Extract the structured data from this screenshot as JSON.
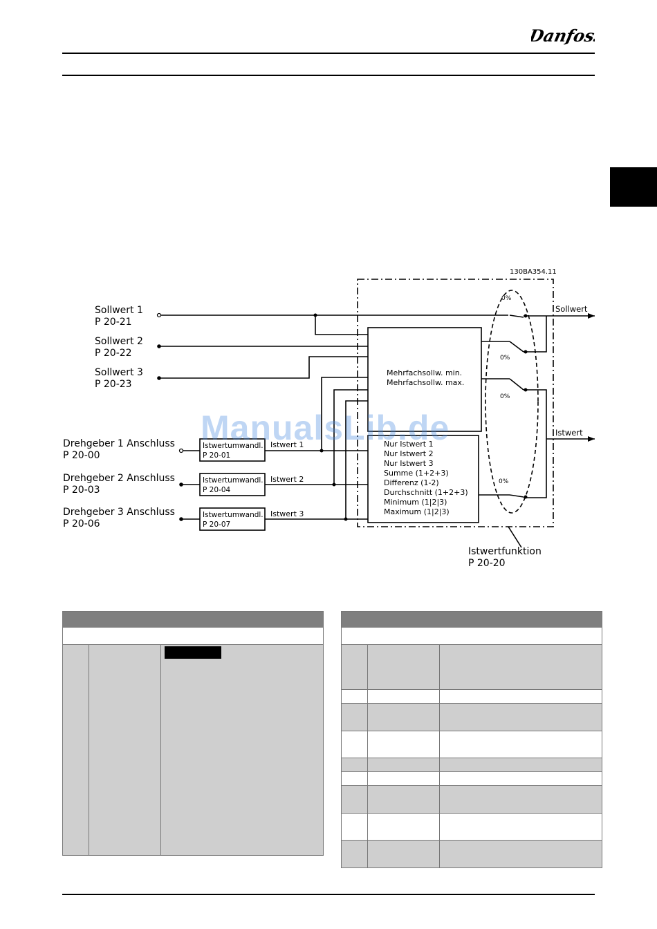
{
  "header": {
    "logo_text": "Danfoss"
  },
  "diagram": {
    "figure_code": "130BA354.11",
    "inputs": [
      {
        "name": "Sollwert 1",
        "param": "P 20-21"
      },
      {
        "name": "Sollwert 2",
        "param": "P 20-22"
      },
      {
        "name": "Sollwert 3",
        "param": "P 20-23"
      }
    ],
    "encoders": [
      {
        "name": "Drehgeber 1 Anschluss",
        "param": "P 20-00",
        "box_title": "Istwertumwandl.",
        "box_param": "P 20-01",
        "signal": "Istwert 1"
      },
      {
        "name": "Drehgeber 2 Anschluss",
        "param": "P 20-03",
        "box_title": "Istwertumwandl.",
        "box_param": "P 20-04",
        "signal": "Istwert 2"
      },
      {
        "name": "Drehgeber 3 Anschluss",
        "param": "P 20-06",
        "box_title": "Istwertumwandl.",
        "box_param": "P 20-07",
        "signal": "Istwert 3"
      }
    ],
    "multi_box": {
      "line1": "Mehrfachsollw. min.",
      "line2": "Mehrfachsollw. max."
    },
    "function_list": [
      "Nur Istwert 1",
      "Nur Istwert 2",
      "Nur Istwert 3",
      "Summe (1+2+3)",
      "Differenz (1-2)",
      "Durchschnitt (1+2+3)",
      "Minimum (1|2|3)",
      "Maximum (1|2|3)"
    ],
    "zero_labels": [
      "0%",
      "0%",
      "0%",
      "0%"
    ],
    "outputs": {
      "setpoint": "Sollwert",
      "feedback": "Istwert"
    },
    "feedback_function": {
      "name": "Istwertfunktion",
      "param": "P 20-20"
    }
  },
  "watermark": "ManualsLib.de"
}
